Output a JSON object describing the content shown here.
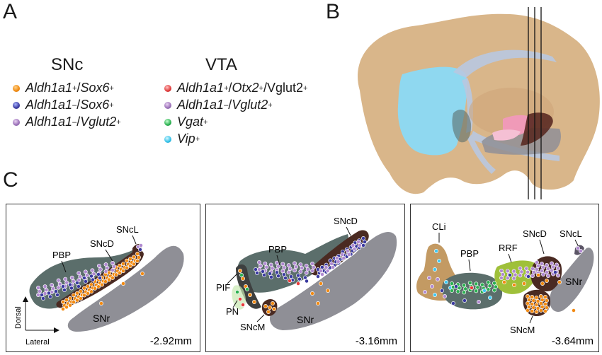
{
  "panels": {
    "a": "A",
    "b": "B",
    "c": "C"
  },
  "legend": {
    "snc_title": "SNc",
    "vta_title": "VTA",
    "snc_items": [
      {
        "color": "orange",
        "g1": "Aldh1a1",
        "s1": "+",
        "sep": "/",
        "g2": "Sox6",
        "s2": "+",
        "g3": "",
        "s3": ""
      },
      {
        "color": "blue",
        "g1": "Aldh1a1",
        "s1": "–",
        "sep": "/",
        "g2": "Sox6",
        "s2": "+",
        "g3": "",
        "s3": ""
      },
      {
        "color": "purple",
        "g1": "Aldh1a1",
        "s1": "–",
        "sep": "/",
        "g2": "Vglut2",
        "s2": "+",
        "g3": "",
        "s3": ""
      }
    ],
    "vta_items": [
      {
        "color": "red",
        "g1": "Aldh1a1",
        "s1": "+",
        "sep": "/",
        "g2": "Otx2",
        "s2": "+",
        "g3": "/Vglut2",
        "s3": "+"
      },
      {
        "color": "purple",
        "g1": "Aldh1a1",
        "s1": "–",
        "sep": "/",
        "g2": "Vglut2",
        "s2": "+",
        "g3": "",
        "s3": ""
      },
      {
        "color": "green",
        "g1": "Vgat",
        "s1": "+",
        "sep": "",
        "g2": "",
        "s2": "",
        "g3": "",
        "s3": ""
      },
      {
        "color": "cyan",
        "g1": "Vip",
        "s1": "+",
        "sep": "",
        "g2": "",
        "s2": "",
        "g3": "",
        "s3": ""
      }
    ]
  },
  "sections": [
    {
      "depth": "-2.92mm",
      "labels": {
        "sncl": "SNcL",
        "sncd": "SNcD",
        "pbp": "PBP",
        "snr": "SNr"
      },
      "axes": {
        "dorsal": "Dorsal",
        "lateral": "Lateral"
      }
    },
    {
      "depth": "-3.16mm",
      "labels": {
        "sncd": "SNcD",
        "pbp": "PBP",
        "pif": "PIF",
        "pn": "PN",
        "sncm": "SNcM",
        "snr": "SNr"
      }
    },
    {
      "depth": "-3.64mm",
      "labels": {
        "cli": "CLi",
        "pbp": "PBP",
        "rrf": "RRF",
        "sncd": "SNcD",
        "sncl": "SNcL",
        "snr": "SNr",
        "sncm": "SNcM"
      }
    }
  ],
  "colors": {
    "brain": "#d9b68a",
    "ventricle": "#8fd8f0",
    "snr": "#8f8f96",
    "vta": "#5b6e6b",
    "sncd_fill": "#4a2a22",
    "cli_fill": "#c39a63",
    "rrf_fill": "#9fc03a",
    "pink": "#f09ab8"
  }
}
